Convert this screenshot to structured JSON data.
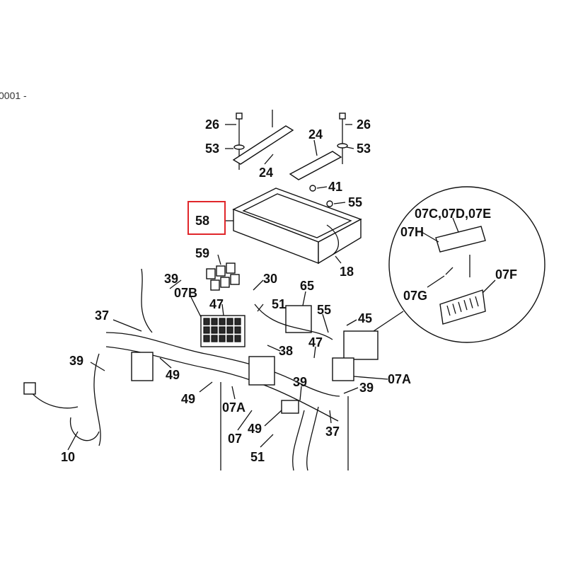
{
  "page": {
    "fragment_text": "0001 -"
  },
  "highlight": {
    "label": "58",
    "color": "#e0262a"
  },
  "callouts": {
    "c26a": "26",
    "c26b": "26",
    "c53a": "53",
    "c53b": "53",
    "c24a": "24",
    "c24b": "24",
    "c41": "41",
    "c55a": "55",
    "c18": "18",
    "c59": "59",
    "c39a": "39",
    "c30": "30",
    "c07b": "07B",
    "c65": "65",
    "c37a": "37",
    "c47a": "47",
    "c51a": "51",
    "c55b": "55",
    "c45": "45",
    "c47b": "47",
    "c38": "38",
    "c39b": "39",
    "c49a": "49",
    "c49b": "49",
    "c07a_a": "07A",
    "c39c": "39",
    "c39d": "39",
    "c07a_b": "07A",
    "c07": "07",
    "c49c": "49",
    "c37b": "37",
    "c51b": "51",
    "c10": "10"
  },
  "detail_view": {
    "top": "07C,07D,07E",
    "h": "07H",
    "g": "07G",
    "f": "07F"
  }
}
